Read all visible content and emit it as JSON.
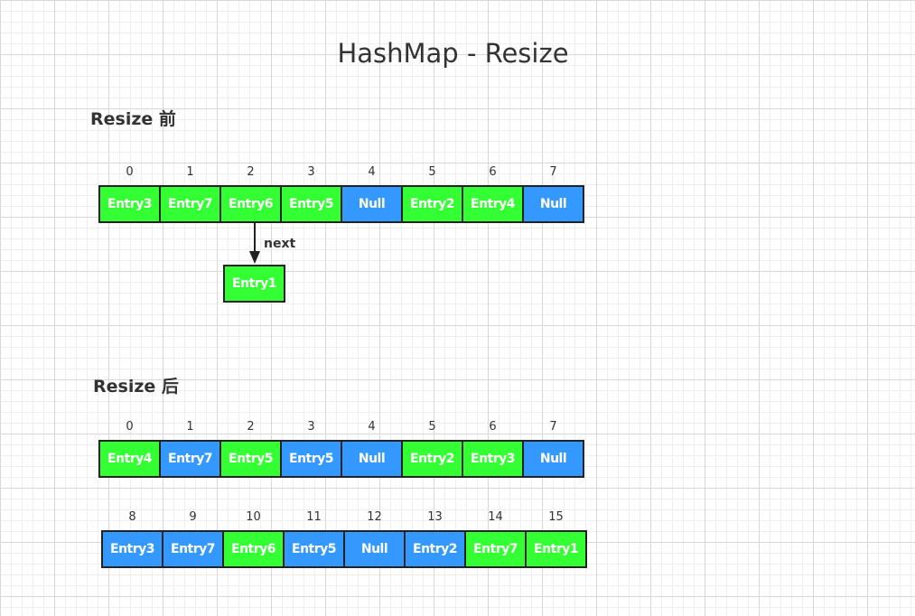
{
  "title": "HashMap - Resize",
  "before": {
    "heading": "Resize 前",
    "indices": [
      "0",
      "1",
      "2",
      "3",
      "4",
      "5",
      "6",
      "7"
    ],
    "cells": [
      {
        "label": "Entry3",
        "color": "#33ff33"
      },
      {
        "label": "Entry7",
        "color": "#33ff33"
      },
      {
        "label": "Entry6",
        "color": "#33ff33"
      },
      {
        "label": "Entry5",
        "color": "#33ff33"
      },
      {
        "label": "Null",
        "color": "#3399ff"
      },
      {
        "label": "Entry2",
        "color": "#33ff33"
      },
      {
        "label": "Entry4",
        "color": "#33ff33"
      },
      {
        "label": "Null",
        "color": "#3399ff"
      }
    ],
    "chain": {
      "label": "Entry1",
      "link_label": "next",
      "color": "#33ff33"
    }
  },
  "after": {
    "heading": "Resize 后",
    "row1": {
      "indices": [
        "0",
        "1",
        "2",
        "3",
        "4",
        "5",
        "6",
        "7"
      ],
      "cells": [
        {
          "label": "Entry4",
          "color": "#33ff33"
        },
        {
          "label": "Entry7",
          "color": "#3399ff"
        },
        {
          "label": "Entry5",
          "color": "#33ff33"
        },
        {
          "label": "Entry5",
          "color": "#3399ff"
        },
        {
          "label": "Null",
          "color": "#3399ff"
        },
        {
          "label": "Entry2",
          "color": "#33ff33"
        },
        {
          "label": "Entry3",
          "color": "#33ff33"
        },
        {
          "label": "Null",
          "color": "#3399ff"
        }
      ]
    },
    "row2": {
      "indices": [
        "8",
        "9",
        "10",
        "11",
        "12",
        "13",
        "14",
        "15"
      ],
      "cells": [
        {
          "label": "Entry3",
          "color": "#3399ff"
        },
        {
          "label": "Entry7",
          "color": "#3399ff"
        },
        {
          "label": "Entry6",
          "color": "#33ff33"
        },
        {
          "label": "Entry5",
          "color": "#3399ff"
        },
        {
          "label": "Null",
          "color": "#3399ff"
        },
        {
          "label": "Entry2",
          "color": "#3399ff"
        },
        {
          "label": "Entry7",
          "color": "#33ff33"
        },
        {
          "label": "Entry1",
          "color": "#33ff33"
        }
      ]
    }
  }
}
